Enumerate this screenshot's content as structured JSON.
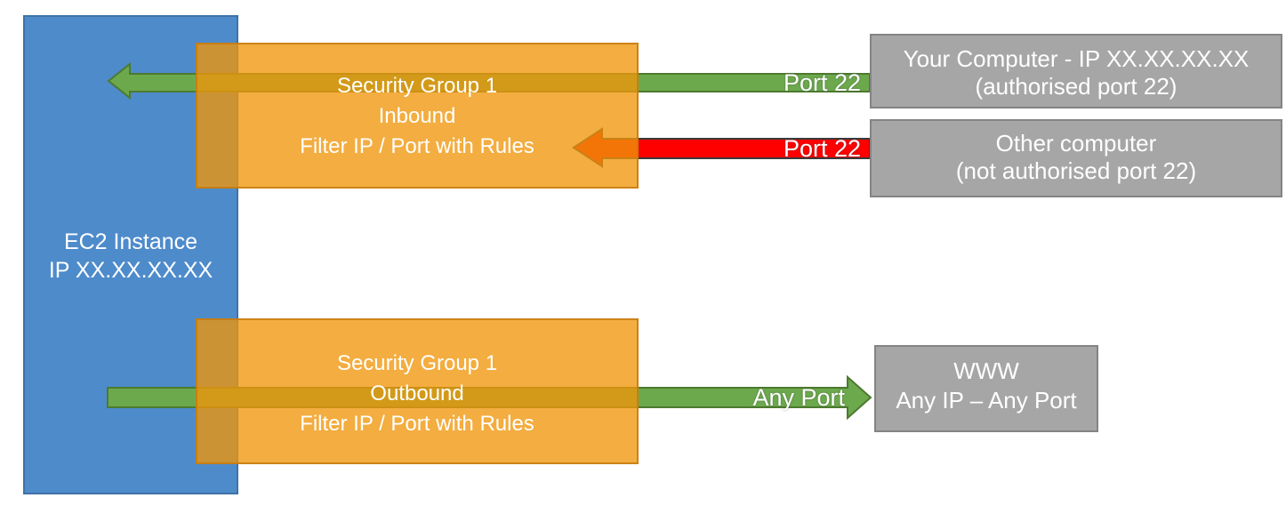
{
  "colors": {
    "ec2_fill": "#4E8BCB",
    "ec2_border": "#3F73A5",
    "security_group_fill": "#F6AB40",
    "node_gray_fill": "#A6A6A6",
    "node_gray_border": "#848484",
    "arrow_green": "#6CA94D",
    "arrow_green_border": "#4D7A2F",
    "arrow_red": "#FF0000",
    "arrow_red_border": "#3B3B3B"
  },
  "ec2": {
    "line1": "EC2 Instance",
    "line2": "IP XX.XX.XX.XX"
  },
  "inbound_group": {
    "line1": "Security Group 1",
    "line2": "Inbound",
    "line3": "Filter IP / Port with Rules"
  },
  "outbound_group": {
    "line1": "Security Group 1",
    "line2": "Outbound",
    "line3": "Filter IP / Port with Rules"
  },
  "your_computer": {
    "line1": "Your Computer - IP XX.XX.XX.XX",
    "line2": "(authorised port 22)"
  },
  "other_computer": {
    "line1": "Other computer",
    "line2": "(not authorised port 22)"
  },
  "www_node": {
    "line1": "WWW",
    "line2": "Any IP – Any Port"
  },
  "arrow_labels": {
    "inbound_allowed": "Port 22",
    "inbound_blocked": "Port 22",
    "outbound": "Any Port"
  }
}
